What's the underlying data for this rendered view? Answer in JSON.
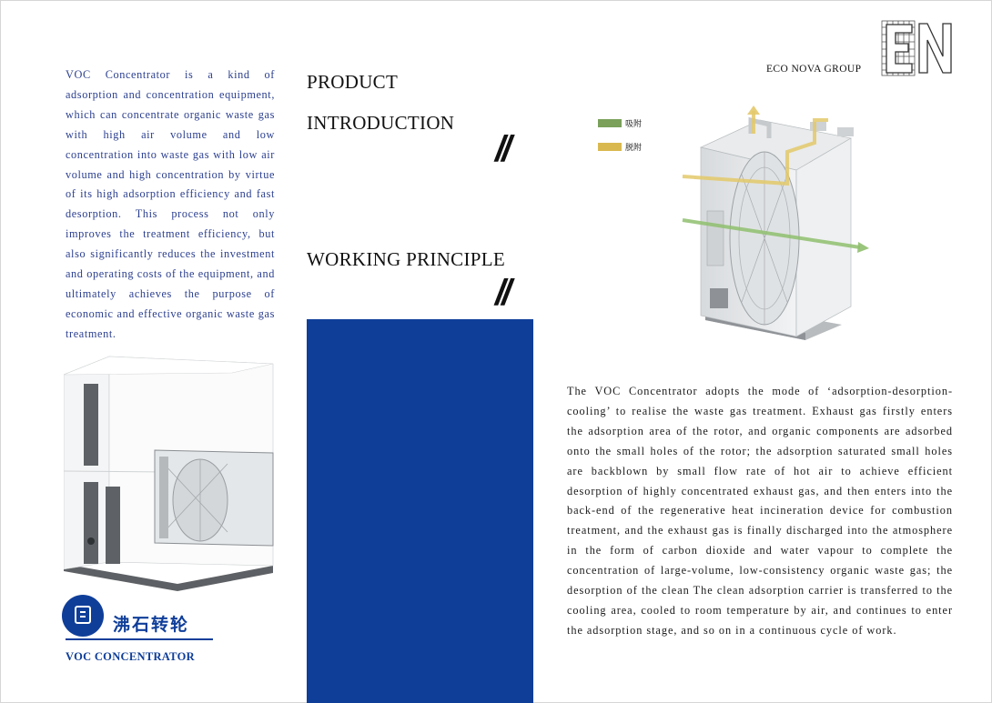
{
  "brand": {
    "name": "ECO NOVA GROUP"
  },
  "headings": {
    "product": "PRODUCT",
    "introduction": "INTRODUCTION",
    "working_principle": "WORKING PRINCIPLE",
    "separator": "//"
  },
  "intro": {
    "text": "VOC Concentrator is a kind of adsorption and concentration equipment, which can concentrate organic waste gas with high air volume and low concentration into waste gas with low air volume and high concentration by virtue of its high adsorption efficiency and fast desorption. This process not only improves the treatment efficiency, but also significantly reduces the investment and operating costs of the equipment, and ultimately achieves the purpose of economic and effective organic waste gas treatment."
  },
  "legend": {
    "items": [
      {
        "label": "吸附",
        "color": "#7aa05a"
      },
      {
        "label": "脱附",
        "color": "#d9b94f"
      }
    ]
  },
  "principle": {
    "text": "The VOC Concentrator adopts the mode of ‘adsorption-desorption-cooling’ to realise the waste gas treatment. Exhaust gas firstly enters the adsorption area of the rotor, and organic components are adsorbed onto the small holes of the rotor; the adsorption saturated small holes are backblown by small flow rate of hot air to achieve efficient desorption of highly concentrated exhaust gas, and then enters into the back-end of the regenerative heat incineration device for combustion treatment, and the exhaust gas is finally discharged into the atmosphere in the form of carbon dioxide and water vapour to complete the concentration of large-volume, low-consistency organic waste gas; the desorption of the clean The clean adsorption carrier is transferred to the cooling area, cooled to room temperature by air, and continues to enter the adsorption stage, and so on in a continuous cycle of work."
  },
  "product_label": {
    "cn": "沸石转轮",
    "en": "VOC CONCENTRATOR"
  },
  "colors": {
    "accent_blue": "#0f3e99",
    "text_blue": "#2b3f8f"
  },
  "icons": {
    "badge": "document-icon",
    "logo": "en-logo"
  }
}
